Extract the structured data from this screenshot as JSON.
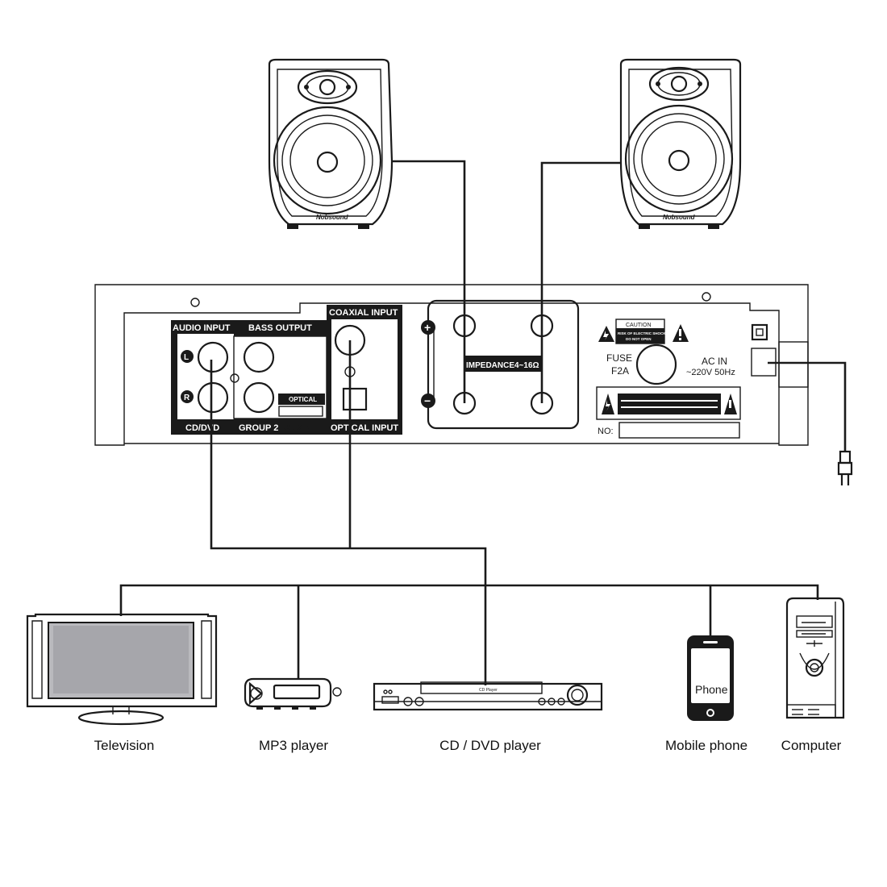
{
  "speakers": {
    "left_brand": "Nobsound",
    "right_brand": "Nobsound"
  },
  "amplifier": {
    "audio_input": "AUDIO INPUT",
    "bass_output": "BASS OUTPUT",
    "coaxial_input": "COAXIAL INPUT",
    "left_marker": "L",
    "right_marker": "R",
    "cd_dvd": "CD/DVD",
    "group2": "GROUP 2",
    "optical": "OPTICAL",
    "coaxial": "COAXIAL",
    "opt_cal_input": "OPT CAL INPUT",
    "impedance": "IMPEDANCE4~16Ω",
    "plus": "+",
    "minus": "−",
    "caution_title": "CAUTION",
    "caution_line1": "RISK OF ELECTRIC SHOCK",
    "caution_line2": "DO NOT OPEN",
    "fuse_label": "FUSE",
    "fuse_value": "F2A",
    "ac_in_label": "AC IN",
    "ac_in_value": "~220V 50Hz",
    "no_label": "NO:"
  },
  "devices": {
    "television": "Television",
    "mp3": "MP3 player",
    "cd_dvd_player": "CD / DVD player",
    "mobile": "Mobile phone",
    "computer": "Computer",
    "phone_screen": "Phone",
    "dvd_face": "CD Player"
  }
}
